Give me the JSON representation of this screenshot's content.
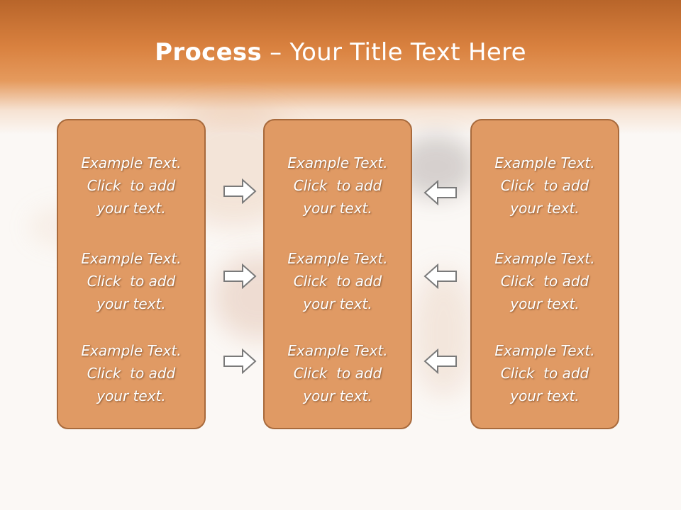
{
  "slide": {
    "title_bold": "Process",
    "title_rest": " – Your Title Text Here"
  },
  "columns": [
    {
      "items": [
        {
          "line1": "Example Text.",
          "line2": "Click  to add",
          "line3": "your text."
        },
        {
          "line1": "Example Text.",
          "line2": "Click  to add",
          "line3": "your text."
        },
        {
          "line1": "Example Text.",
          "line2": "Click  to add",
          "line3": "your text."
        }
      ]
    },
    {
      "items": [
        {
          "line1": "Example Text.",
          "line2": "Click  to add",
          "line3": "your text."
        },
        {
          "line1": "Example Text.",
          "line2": "Click  to add",
          "line3": "your text."
        },
        {
          "line1": "Example Text.",
          "line2": "Click  to add",
          "line3": "your text."
        }
      ]
    },
    {
      "items": [
        {
          "line1": "Example Text.",
          "line2": "Click  to add",
          "line3": "your text."
        },
        {
          "line1": "Example Text.",
          "line2": "Click  to add",
          "line3": "your text."
        },
        {
          "line1": "Example Text.",
          "line2": "Click  to add",
          "line3": "your text."
        }
      ]
    }
  ],
  "colors": {
    "accent": "#d9813f",
    "box_fill": "#e09a64",
    "box_border": "#a86a3c",
    "arrow_fill": "#ffffff",
    "arrow_stroke": "#7a7a7a"
  },
  "icons": {
    "right_arrow": "right-arrow-icon",
    "left_arrow": "left-arrow-icon"
  }
}
